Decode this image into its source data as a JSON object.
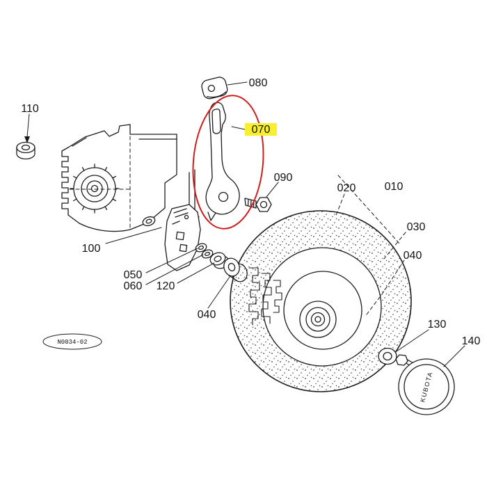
{
  "diagram": {
    "stamp": "N0034-02",
    "brand_text": "KUBOTA",
    "highlight": {
      "fill": "#f9ef2e",
      "outline": "#cf1d1d"
    },
    "labels": {
      "110": "110",
      "080": "080",
      "070": "070",
      "090": "090",
      "020": "020",
      "010": "010",
      "030": "030",
      "040_right": "040",
      "100": "100",
      "050": "050",
      "060": "060",
      "120": "120",
      "040_left": "040",
      "130": "130",
      "140": "140"
    }
  }
}
